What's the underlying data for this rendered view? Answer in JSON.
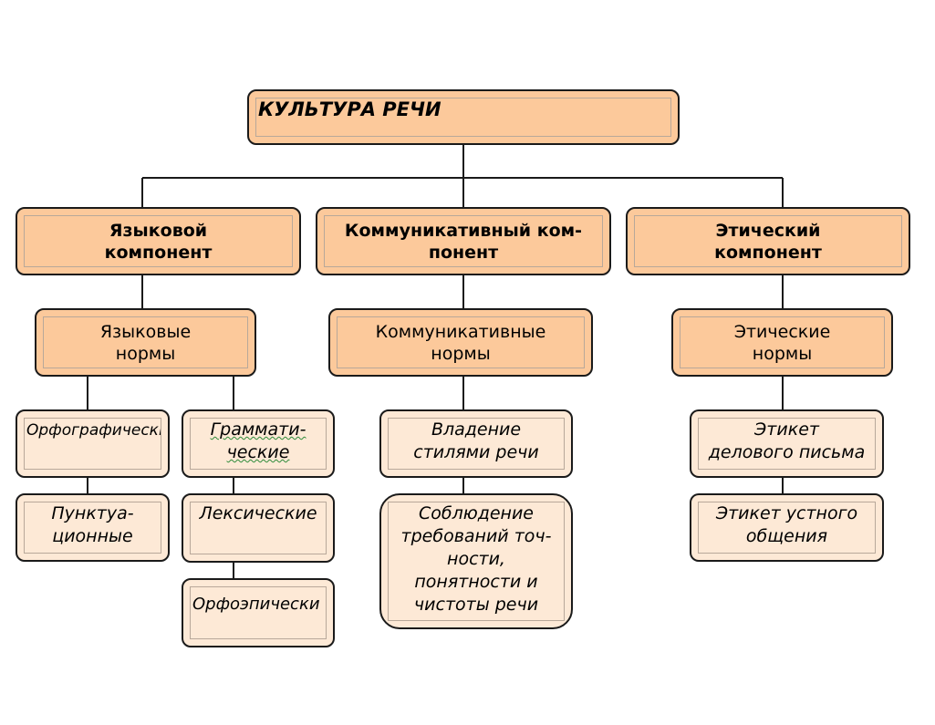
{
  "root": {
    "title": "КУЛЬТУРА РЕЧИ"
  },
  "components": {
    "language": {
      "line1": "Языковой",
      "line2": "компонент"
    },
    "communicative": {
      "line1": "Коммуникативный ком-",
      "line2": "понент"
    },
    "ethical": {
      "line1": "Этический",
      "line2": "компонент"
    }
  },
  "norms": {
    "language": {
      "line1": "Языковые",
      "line2": "нормы"
    },
    "communicative": {
      "line1": "Коммуникативные",
      "line2": "нормы"
    },
    "ethical": {
      "line1": "Этические",
      "line2": "нормы"
    }
  },
  "leaves": {
    "orthographic": "Орфографически",
    "punctuation": {
      "line1": "Пунктуа-",
      "line2": "ционные"
    },
    "grammatical": {
      "line1": "Граммати-",
      "line2": "ческие"
    },
    "lexical": "Лексические",
    "orthoepic": "Орфоэпически",
    "styles": {
      "line1": "Владение",
      "line2": "стилями речи"
    },
    "requirements": {
      "line1": "Соблюдение",
      "line2": "требований точ-",
      "line3": "ности,",
      "line4": "понятности и",
      "line5": "чистоты речи"
    },
    "business_letter": {
      "line1": "Этикет",
      "line2": "делового письма"
    },
    "oral": {
      "line1": "Этикет устного",
      "line2": "общения"
    }
  }
}
